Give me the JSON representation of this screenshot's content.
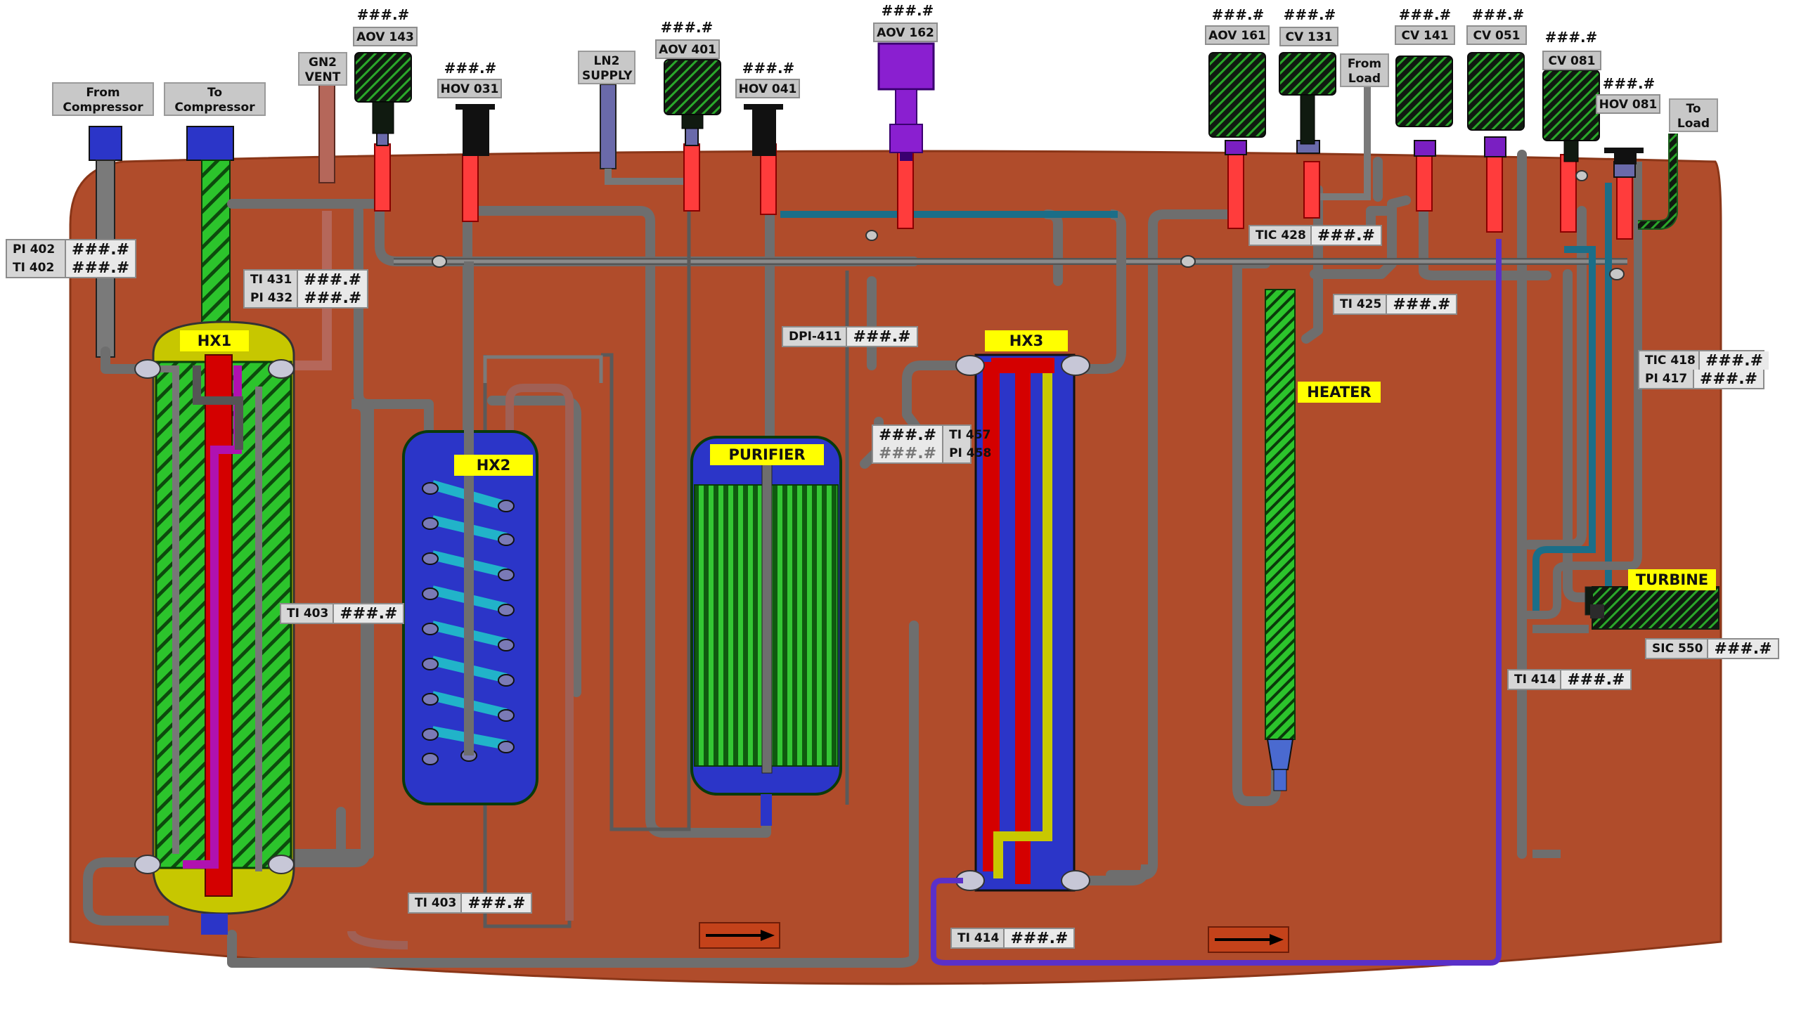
{
  "colors": {
    "vessel": "#b04c2b",
    "pipe_gray": "#6b6b6b",
    "blue": "#2b35c8",
    "red": "#d40000",
    "green": "#2cc42c",
    "yellow_label": "#ffff00",
    "purple": "#7a1fc2",
    "cyan": "#21b3c9",
    "olive": "#c8c800"
  },
  "top_connections": {
    "from_compressor": "From\nCompressor",
    "to_compressor": "To\nCompressor",
    "gn2_vent": "GN2\nVENT",
    "ln2_supply": "LN2\nSUPPLY",
    "from_load": "From\nLoad",
    "to_load": "To\nLoad"
  },
  "valves": [
    {
      "id": "aov143",
      "label": "AOV 143",
      "value": "###.#",
      "icon": "actuator-valve"
    },
    {
      "id": "hov031",
      "label": "HOV 031",
      "value": "###.#",
      "icon": "hand-valve"
    },
    {
      "id": "aov401",
      "label": "AOV 401",
      "value": "###.#",
      "icon": "actuator-valve"
    },
    {
      "id": "hov041",
      "label": "HOV 041",
      "value": "###.#",
      "icon": "hand-valve"
    },
    {
      "id": "aov162",
      "label": "AOV 162",
      "value": "###.#",
      "icon": "actuator-valve-purple"
    },
    {
      "id": "aov161",
      "label": "AOV 161",
      "value": "###.#",
      "icon": "actuator-valve"
    },
    {
      "id": "cv131",
      "label": "CV 131",
      "value": "###.#",
      "icon": "control-valve"
    },
    {
      "id": "cv141",
      "label": "CV 141",
      "value": "###.#",
      "icon": "control-valve"
    },
    {
      "id": "cv051",
      "label": "CV 051",
      "value": "###.#",
      "icon": "control-valve"
    },
    {
      "id": "cv081",
      "label": "CV 081",
      "value": "###.#",
      "icon": "control-valve"
    },
    {
      "id": "hov081",
      "label": "HOV 081",
      "value": "###.#",
      "icon": "hand-valve"
    }
  ],
  "equipment": {
    "hx1": "HX1",
    "hx2": "HX2",
    "purifier": "PURIFIER",
    "hx3": "HX3",
    "heater": "HEATER",
    "turbine": "TURBINE"
  },
  "readings": {
    "pi402": {
      "label": "PI 402",
      "value": "###.#"
    },
    "ti402": {
      "label": "TI 402",
      "value": "###.#"
    },
    "ti431": {
      "label": "TI 431",
      "value": "###.#"
    },
    "pi432": {
      "label": "PI 432",
      "value": "###.#"
    },
    "ti403a": {
      "label": "TI 403",
      "value": "###.#"
    },
    "ti403b": {
      "label": "TI 403",
      "value": "###.#"
    },
    "dpi411": {
      "label": "DPI-411",
      "value": "###.#"
    },
    "ti457": {
      "label": "TI 457",
      "value": "###.#"
    },
    "pi458": {
      "label": "PI 458",
      "value": "###.#"
    },
    "ti414a": {
      "label": "TI 414",
      "value": "###.#"
    },
    "tic428": {
      "label": "TIC 428",
      "value": "###.#"
    },
    "ti425": {
      "label": "TI 425",
      "value": "###.#"
    },
    "tic418": {
      "label": "TIC 418",
      "value": "###.#"
    },
    "pi417": {
      "label": "PI 417",
      "value": "###.#"
    },
    "sic550": {
      "label": "SIC 550",
      "value": "###.#"
    },
    "ti414b": {
      "label": "TI 414",
      "value": "###.#"
    }
  },
  "flow_indicators": [
    {
      "id": "flow1",
      "direction": "right-arrow"
    },
    {
      "id": "flow2",
      "direction": "right-arrow"
    }
  ]
}
